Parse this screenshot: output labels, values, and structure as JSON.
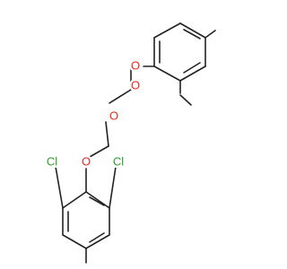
{
  "molecule": {
    "atom_labels": {
      "o_methoxy": "O",
      "o_ether_top": "O",
      "o_ether_mid": "O",
      "o_ether_bottom": "O",
      "cl_left": "Cl",
      "cl_right": "Cl"
    },
    "colors": {
      "bond": "#222222",
      "oxygen": "#e8291c",
      "chlorine": "#2aa02a",
      "background": "#ffffff"
    }
  }
}
